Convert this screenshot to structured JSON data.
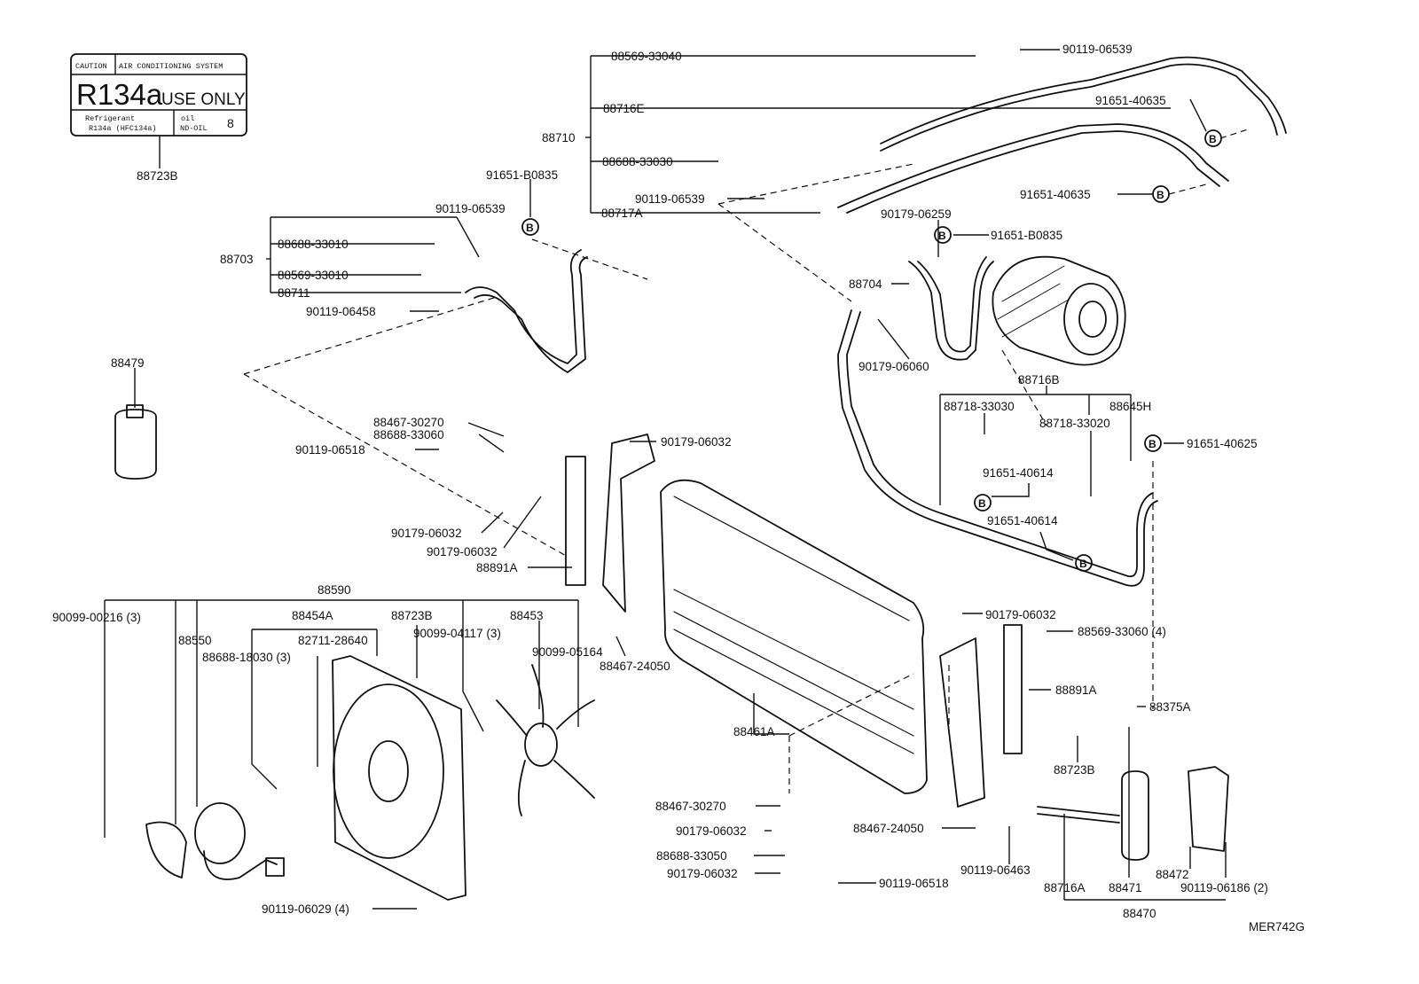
{
  "caution_label": {
    "caution": "CAUTION",
    "system": "AIR CONDITIONING SYSTEM",
    "refrigerant_type": "R134a",
    "use_only": "USE ONLY",
    "refrigerant_word": "Refrigerant",
    "refrigerant_spec": "R134a (HFC134a)",
    "oil_word": "oil",
    "oil_spec": "ND-OIL",
    "oil_grade": "8"
  },
  "b_marker": "B",
  "drawing_code": "MER742G",
  "parts": [
    {
      "id": "p1",
      "text": "88723B"
    },
    {
      "id": "p2",
      "text": "88569-33040"
    },
    {
      "id": "p3",
      "text": "90119-06539"
    },
    {
      "id": "p4",
      "text": "88716E"
    },
    {
      "id": "p5",
      "text": "91651-40635"
    },
    {
      "id": "p6",
      "text": "88710"
    },
    {
      "id": "p7",
      "text": "88688-33030"
    },
    {
      "id": "p8",
      "text": "91651-40635"
    },
    {
      "id": "p9",
      "text": "90119-06539"
    },
    {
      "id": "p10",
      "text": "88717A"
    },
    {
      "id": "p11",
      "text": "90179-06259"
    },
    {
      "id": "p12",
      "text": "91651-B0835"
    },
    {
      "id": "p13",
      "text": "91651-B0835"
    },
    {
      "id": "p14",
      "text": "90119-06539"
    },
    {
      "id": "p15",
      "text": "88688-33010"
    },
    {
      "id": "p16",
      "text": "88703"
    },
    {
      "id": "p17",
      "text": "88569-33010"
    },
    {
      "id": "p18",
      "text": "88711"
    },
    {
      "id": "p19",
      "text": "90119-06458"
    },
    {
      "id": "p20",
      "text": "88704"
    },
    {
      "id": "p21",
      "text": "90179-06060"
    },
    {
      "id": "p22",
      "text": "88479"
    },
    {
      "id": "p23",
      "text": "88716B"
    },
    {
      "id": "p24",
      "text": "88718-33030"
    },
    {
      "id": "p25",
      "text": "88645H"
    },
    {
      "id": "p26",
      "text": "88718-33020"
    },
    {
      "id": "p27",
      "text": "91651-40625"
    },
    {
      "id": "p28",
      "text": "88467-30270"
    },
    {
      "id": "p29",
      "text": "88688-33060"
    },
    {
      "id": "p30",
      "text": "90119-06518"
    },
    {
      "id": "p31",
      "text": "90179-06032"
    },
    {
      "id": "p32",
      "text": "91651-40614"
    },
    {
      "id": "p33",
      "text": "91651-40614"
    },
    {
      "id": "p34",
      "text": "90179-06032"
    },
    {
      "id": "p35",
      "text": "90179-06032"
    },
    {
      "id": "p36",
      "text": "88891A"
    },
    {
      "id": "p37",
      "text": "88590"
    },
    {
      "id": "p38",
      "text": "90099-00216 (3)"
    },
    {
      "id": "p39",
      "text": "88454A"
    },
    {
      "id": "p40",
      "text": "88723B"
    },
    {
      "id": "p41",
      "text": "88453"
    },
    {
      "id": "p42",
      "text": "88550"
    },
    {
      "id": "p43",
      "text": "82711-28640"
    },
    {
      "id": "p44",
      "text": "90099-04117 (3)"
    },
    {
      "id": "p45",
      "text": "88688-18030 (3)"
    },
    {
      "id": "p46",
      "text": "90099-05164"
    },
    {
      "id": "p47",
      "text": "88467-24050"
    },
    {
      "id": "p48",
      "text": "90179-06032"
    },
    {
      "id": "p49",
      "text": "88569-33060 (4)"
    },
    {
      "id": "p50",
      "text": "88891A"
    },
    {
      "id": "p51",
      "text": "88461A"
    },
    {
      "id": "p52",
      "text": "88375A"
    },
    {
      "id": "p53",
      "text": "88723B"
    },
    {
      "id": "p54",
      "text": "88467-30270"
    },
    {
      "id": "p55",
      "text": "90179-06032"
    },
    {
      "id": "p56",
      "text": "88467-24050"
    },
    {
      "id": "p57",
      "text": "88688-33050"
    },
    {
      "id": "p58",
      "text": "90179-06032"
    },
    {
      "id": "p59",
      "text": "90119-06463"
    },
    {
      "id": "p60",
      "text": "90119-06518"
    },
    {
      "id": "p61",
      "text": "88472"
    },
    {
      "id": "p62",
      "text": "90119-06186 (2)"
    },
    {
      "id": "p63",
      "text": "88716A"
    },
    {
      "id": "p64",
      "text": "88471"
    },
    {
      "id": "p65",
      "text": "90119-06029 (4)"
    },
    {
      "id": "p66",
      "text": "88470"
    }
  ]
}
